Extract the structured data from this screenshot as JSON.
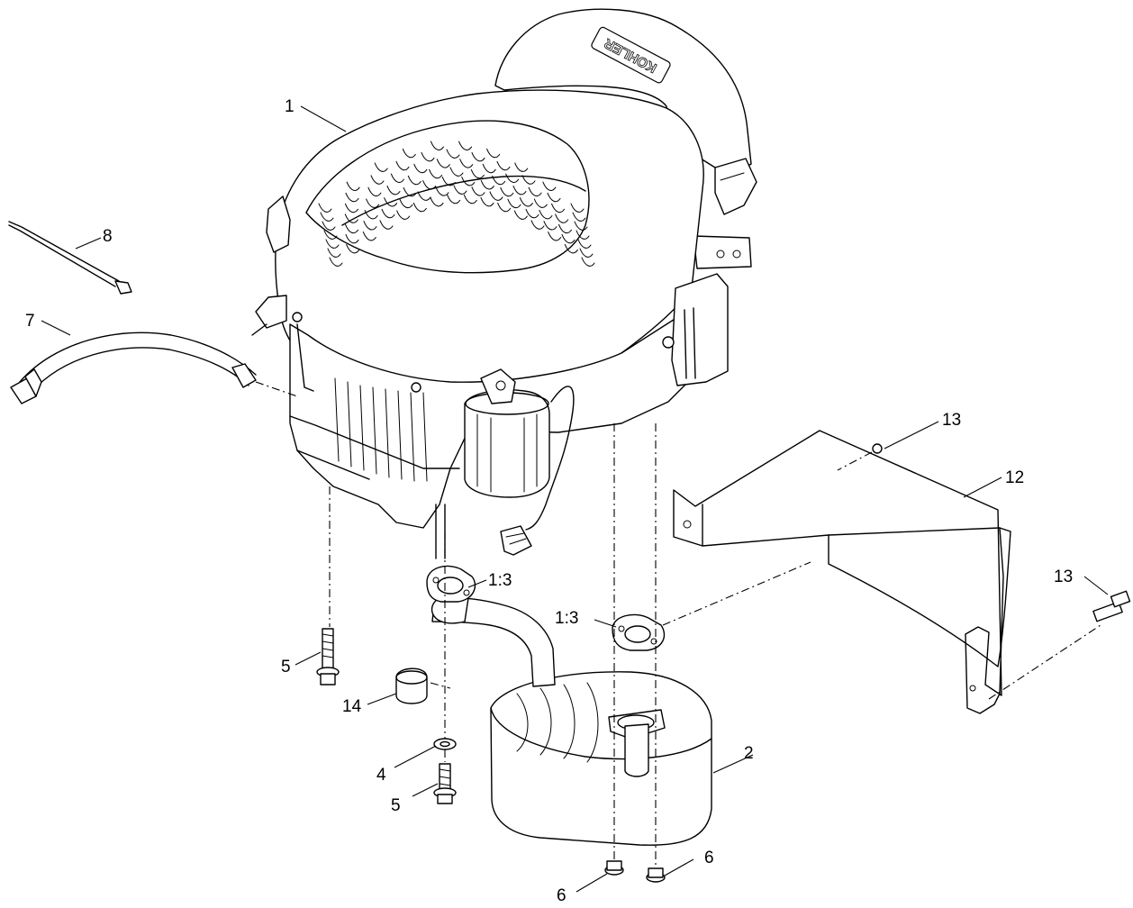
{
  "callouts": [
    {
      "id": "c1",
      "label": "1"
    },
    {
      "id": "c2",
      "label": "2"
    },
    {
      "id": "c4",
      "label": "4"
    },
    {
      "id": "c5a",
      "label": "5"
    },
    {
      "id": "c5b",
      "label": "5"
    },
    {
      "id": "c6a",
      "label": "6"
    },
    {
      "id": "c6b",
      "label": "6"
    },
    {
      "id": "c7",
      "label": "7"
    },
    {
      "id": "c8",
      "label": "8"
    },
    {
      "id": "c12",
      "label": "12"
    },
    {
      "id": "c13a",
      "label": "13"
    },
    {
      "id": "c13b",
      "label": "13"
    },
    {
      "id": "c14",
      "label": "14"
    },
    {
      "id": "c13g1",
      "label": "1:3"
    },
    {
      "id": "c13g2",
      "label": "1:3"
    }
  ],
  "parts": [
    {
      "ref": "1",
      "icon": "engine-icon"
    },
    {
      "ref": "2",
      "icon": "muffler-icon"
    },
    {
      "ref": "4",
      "icon": "washer-icon"
    },
    {
      "ref": "5",
      "icon": "flange-bolt-icon"
    },
    {
      "ref": "6",
      "icon": "flange-nut-icon"
    },
    {
      "ref": "7",
      "icon": "fuel-hose-icon"
    },
    {
      "ref": "8",
      "icon": "cable-tie-icon"
    },
    {
      "ref": "12",
      "icon": "heat-shield-icon"
    },
    {
      "ref": "13",
      "icon": "shield-bolt-icon"
    },
    {
      "ref": "14",
      "icon": "spacer-icon"
    },
    {
      "ref": "1:3",
      "icon": "exhaust-gasket-icon"
    }
  ],
  "engine_brand": "KOHLER"
}
